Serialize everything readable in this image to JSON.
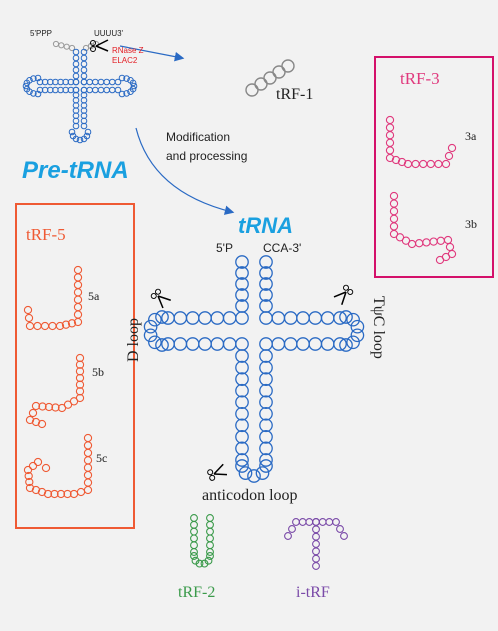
{
  "pre_trna": {
    "title": "Pre-tRNA",
    "five_prime": "5'PPP",
    "three_prime": "UUUU3'",
    "enzyme_1": "RNase Z",
    "enzyme_2": "ELAC2"
  },
  "processing_label_line1": "Modification",
  "processing_label_line2": "and processing",
  "trf1_label": "tRF-1",
  "mature_trna": {
    "title": "tRNA",
    "five_prime": "5'P",
    "three_prime": "CCA-3'",
    "d_loop": "D loop",
    "tpsic_loop": "TψC loop",
    "anticodon_loop": "anticodon loop"
  },
  "trf3": {
    "title": "tRF-3",
    "items": [
      "3a",
      "3b"
    ]
  },
  "trf5": {
    "title": "tRF-5",
    "items": [
      "5a",
      "5b",
      "5c"
    ]
  },
  "trf2_label": "tRF-2",
  "itrf_label": "i-tRF",
  "colors": {
    "blue": "#2a6ac4",
    "title_blue": "#1aa0e0",
    "trf3_pink": "#e0397d",
    "trf5_orange": "#ef5a34",
    "trf2_green": "#3a9a4a",
    "itrf_purple": "#7a4aa8",
    "red_text": "#e31e24"
  }
}
